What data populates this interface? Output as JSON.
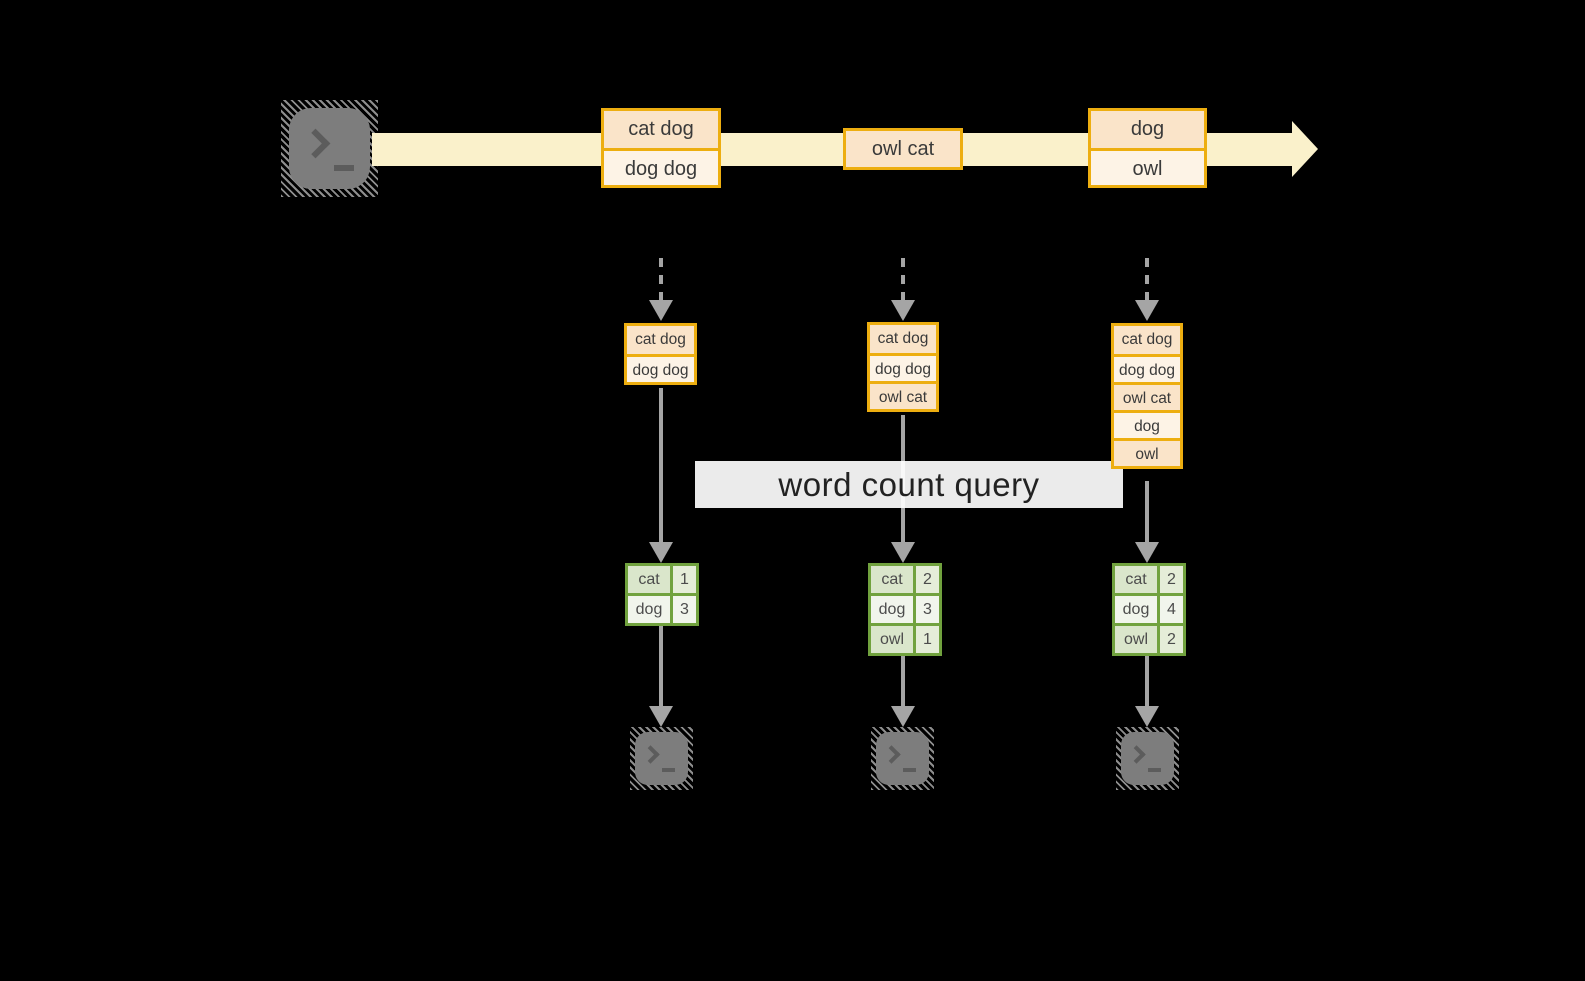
{
  "diagram": {
    "query_label": "word count query",
    "stream": {
      "events": [
        {
          "cells": [
            "cat dog",
            "dog dog"
          ]
        },
        {
          "cells": [
            "owl cat"
          ]
        },
        {
          "cells": [
            "dog",
            "owl"
          ]
        }
      ]
    },
    "pipelines": [
      {
        "state_cells": [
          "cat dog",
          "dog dog"
        ],
        "counts": [
          {
            "word": "cat",
            "value": "1"
          },
          {
            "word": "dog",
            "value": "3"
          }
        ]
      },
      {
        "state_cells": [
          "cat dog",
          "dog dog",
          "owl cat"
        ],
        "counts": [
          {
            "word": "cat",
            "value": "2"
          },
          {
            "word": "dog",
            "value": "3"
          },
          {
            "word": "owl",
            "value": "1"
          }
        ]
      },
      {
        "state_cells": [
          "cat dog",
          "dog dog",
          "owl cat",
          "dog",
          "owl"
        ],
        "counts": [
          {
            "word": "cat",
            "value": "2"
          },
          {
            "word": "dog",
            "value": "4"
          },
          {
            "word": "owl",
            "value": "2"
          }
        ]
      }
    ],
    "icons": {
      "source": "terminal-icon",
      "sinks": [
        "terminal-icon",
        "terminal-icon",
        "terminal-icon"
      ]
    },
    "colors": {
      "background": "#000000",
      "stream_band": "#faf1cb",
      "event_border": "#edae10",
      "event_fill_dark": "#fae4c9",
      "event_fill_light": "#fdf3e6",
      "table_border": "#71a23e",
      "table_fill_dark": "#dae6cb",
      "table_fill_light": "#f1f5ec",
      "arrow_gray": "#a5a5a5",
      "terminal_gray": "#7d7d7d"
    }
  }
}
